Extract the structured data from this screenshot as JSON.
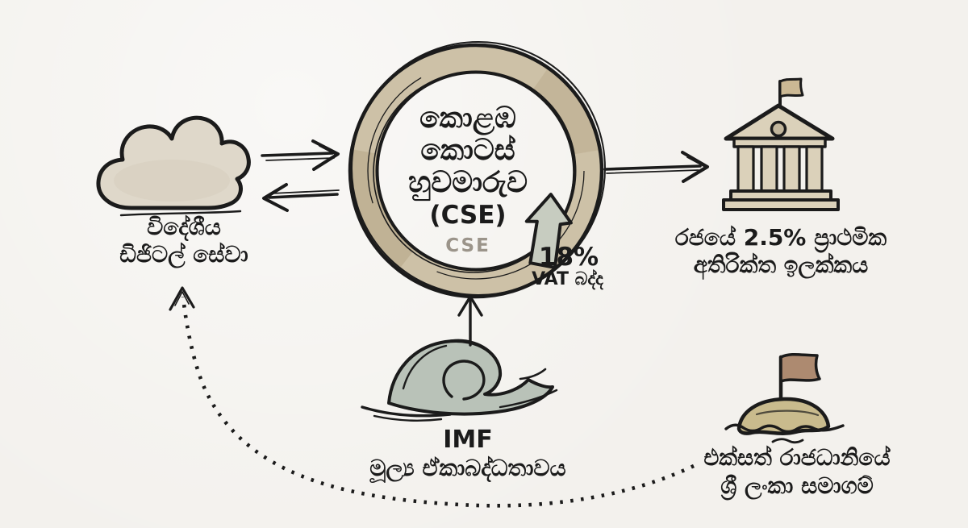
{
  "canvas": {
    "background": "#f3f1ed",
    "ink": "#1b1b1b"
  },
  "cloud": {
    "icon": "cloud-icon",
    "fill": "#dfd8ca",
    "label_line1": "විදේශීය",
    "label_line2": "ඩිජිටල් සේවා"
  },
  "exchange": {
    "icon": "circle-ring-icon",
    "ring_color": "#cdc1a7",
    "ring_shade": "#b3a384",
    "name_line1": "කොළඹ",
    "name_line2": "කොටස්",
    "name_line3": "හුවමාරුව",
    "name_line4": "(CSE)",
    "watermark": "CSE",
    "watermark_color": "#9b948a"
  },
  "vat": {
    "icon": "up-block-arrow-icon",
    "arrow_fill": "#c7ccc0",
    "percent": "18%",
    "label": "VAT බද්ද"
  },
  "bank": {
    "icon": "bank-icon",
    "fill": "#dbd1ba",
    "flag_fill": "#cbb894",
    "label_line1": "රජයේ 2.5% ප්‍රාථමික",
    "label_line2": "අතිරික්ත ඉලක්කය"
  },
  "imf": {
    "icon": "wave-icon",
    "wave_fill": "#b9c2b8",
    "title": "IMF",
    "label": "මූල්‍ය ඒකාබද්ධතාවය"
  },
  "island": {
    "icon": "island-flag-icon",
    "mound_fill": "#c9bb8d",
    "flag_fill": "#ad8a70",
    "label_line1": "එක්සත් රාජධානියේ",
    "label_line2": "ශ්‍රී ලංකා සමාගම්"
  },
  "connections": [
    {
      "name": "cloud-to-exchange",
      "style": "solid-arrow-right"
    },
    {
      "name": "exchange-to-cloud",
      "style": "solid-arrow-left"
    },
    {
      "name": "exchange-to-bank",
      "style": "solid-arrow-right"
    },
    {
      "name": "imf-to-exchange",
      "style": "solid-arrow-up"
    },
    {
      "name": "island-to-cloud",
      "style": "dotted-curved-arrow"
    }
  ]
}
